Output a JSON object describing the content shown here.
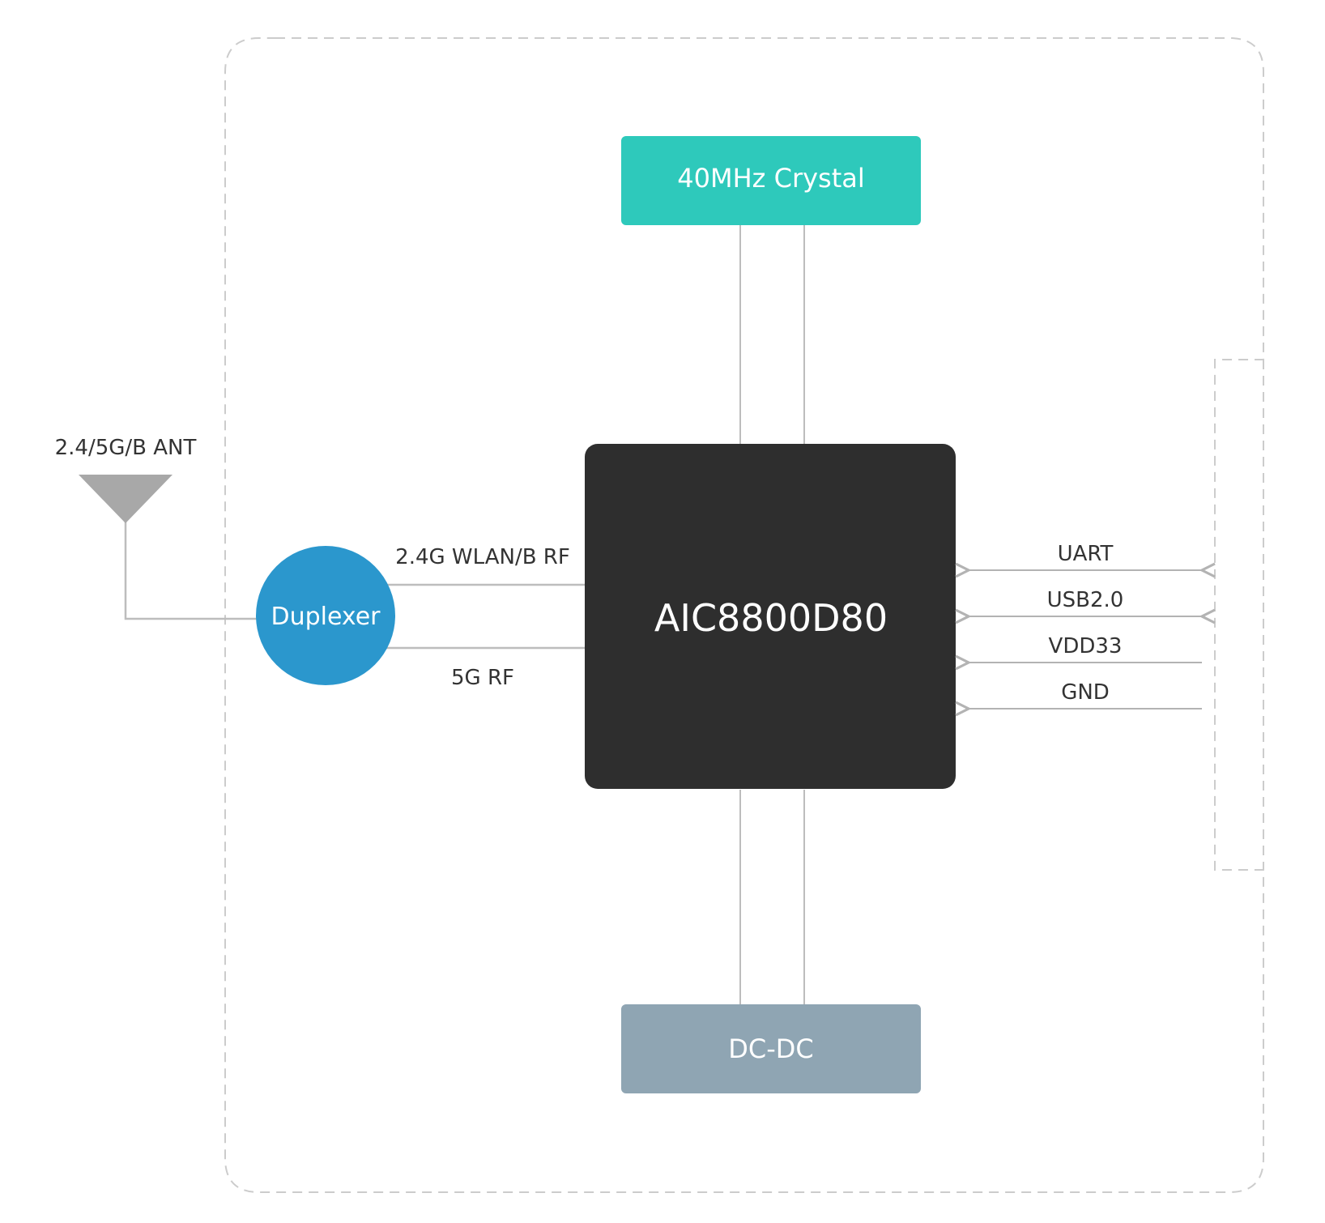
{
  "antenna": {
    "label": "2.4/5G/B ANT",
    "color": "#a8a8a8"
  },
  "duplexer": {
    "label": "Duplexer",
    "color": "#2b97cd"
  },
  "chip": {
    "label": "AIC8800D80",
    "color": "#2e2e2e"
  },
  "crystal": {
    "label": "40MHz Crystal",
    "color": "#2ec9bb"
  },
  "dcdc": {
    "label": "DC-DC",
    "color": "#8fa5b3"
  },
  "rf_links": {
    "wlan": "2.4G WLAN/B RF",
    "g5": "5G RF"
  },
  "interfaces": [
    {
      "label": "UART",
      "direction": "bidirectional"
    },
    {
      "label": "USB2.0",
      "direction": "bidirectional"
    },
    {
      "label": "VDD33",
      "direction": "to-chip"
    },
    {
      "label": "GND",
      "direction": "to-chip"
    }
  ],
  "colors": {
    "line": "#bdbdbd",
    "arrow": "#b3b3b3",
    "dash": "#cccccc"
  }
}
